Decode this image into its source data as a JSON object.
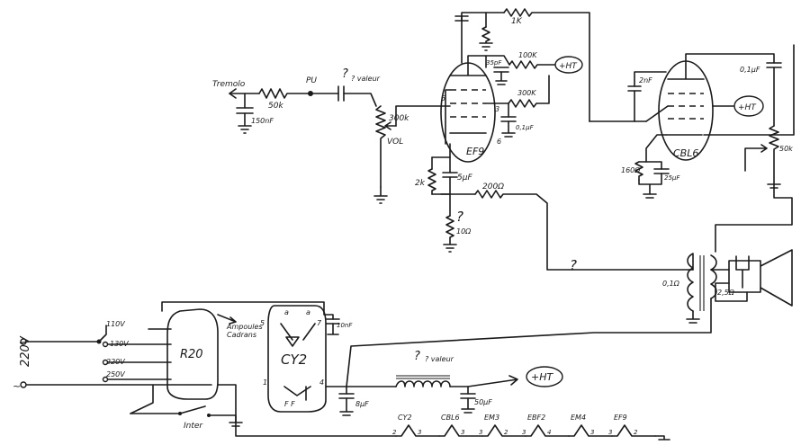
{
  "labels": {
    "tremolo": "Tremolo",
    "r_50k_in": "50k",
    "c_150nf": "150nF",
    "pu": "PU",
    "c_q_value": "? valeur",
    "pot_300k": "300k",
    "vol": "VOL",
    "r_1k_top": "1K",
    "r_100k": "100K",
    "ht_ef9_plate": "+HT",
    "c_35pf": "35pF",
    "pin_5": "5",
    "pin_3": "3",
    "pin_6": "6",
    "r_300k": "300K",
    "c_01uf_ef9": "0,1µF",
    "ef9": "EF9",
    "r_2k": "2k",
    "c_5uf": "5µF",
    "r_200": "200Ω",
    "q_mark": "?",
    "r_10": "10Ω",
    "c_2nf": "2nF",
    "c_01uf_out": "0,1µF",
    "ht_cbl6": "+HT",
    "cbl6": "CBL6",
    "r_160": "160Ω",
    "c_25uf": "25µF",
    "pot_50k": "50k",
    "q_mark2": "?",
    "z_01": "0,1Ω",
    "z_25": "2,5Ω",
    "mains": "220V",
    "tap_110": "110V",
    "tap_130": "130V",
    "tap_220": "220V",
    "tap_250": "250V",
    "r20": "R20",
    "ampoules": "Ampoules",
    "cadrans": "Cadrans",
    "cy2": "CY2",
    "c_10nf": "10nF",
    "pin_a1": "a",
    "pin_a2": "a",
    "pin_s": "5",
    "pin_7": "7",
    "pin_1": "1",
    "pin_4": "4",
    "cy2_fil": "F  F",
    "choke_q_value": "? valeur",
    "c_8uf": "8µF",
    "c_50uf": "50µF",
    "ht_psu": "+HT",
    "inter": "Inter",
    "heaters": [
      {
        "name": "CY2",
        "l": "2",
        "r": "3"
      },
      {
        "name": "CBL6",
        "l": "",
        "r": "3"
      },
      {
        "name": "EM3",
        "l": "3",
        "r": "2"
      },
      {
        "name": "EBF2",
        "l": "3",
        "r": "4"
      },
      {
        "name": "EM4",
        "l": "",
        "r": "3"
      },
      {
        "name": "EF9",
        "l": "3",
        "r": "2"
      }
    ]
  }
}
